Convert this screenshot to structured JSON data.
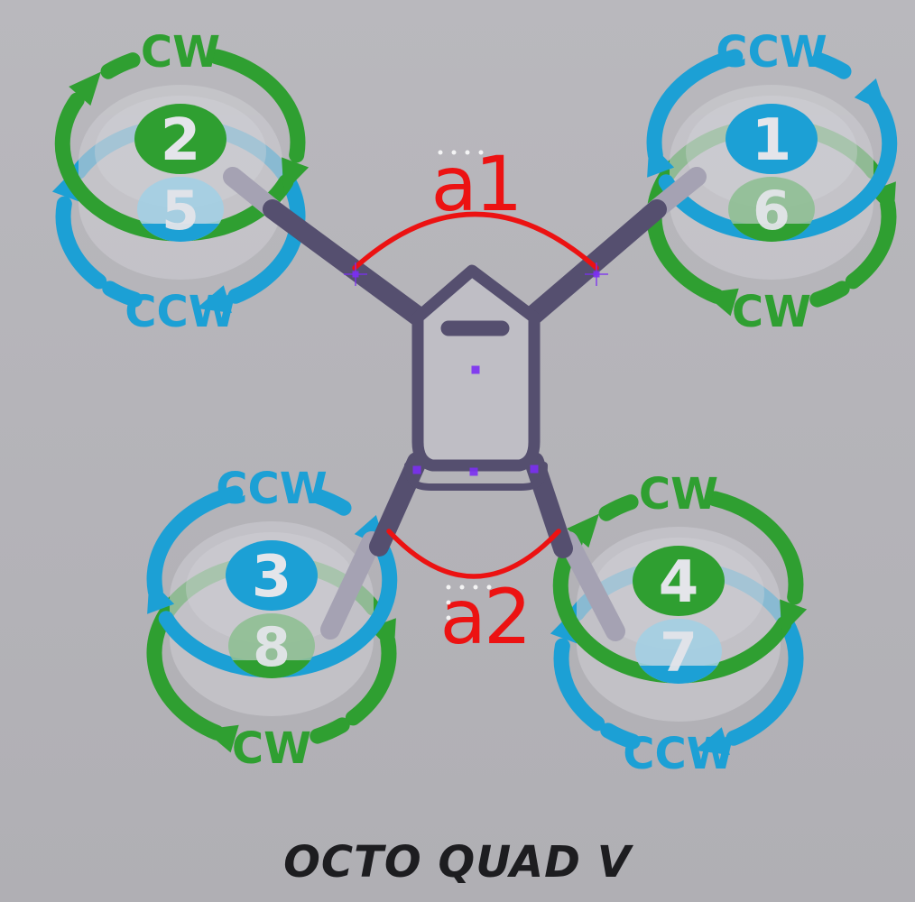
{
  "title": "OCTO QUAD V",
  "colors": {
    "cw_green": "#2f9f31",
    "ccw_blue": "#1ca0d5",
    "pale_green": "#8fbf94",
    "pale_blue": "#a3cfe3",
    "frame": "#554f6f",
    "frame_light": "#a5a2b3",
    "disc": "#cccbd1",
    "disc_highlight": "#d8d7dc",
    "number_text": "#e4e5ea",
    "annotation_red": "#ec1212",
    "marker_purple": "#7b2ff2",
    "handle_white": "#ffffff",
    "title_ink": "#1d1d20",
    "background_top": "#b9b8bd",
    "background_bottom": "#b0afb4"
  },
  "angle_labels": [
    {
      "id": "a1",
      "text": "a1"
    },
    {
      "id": "a2",
      "text": "a2"
    }
  ],
  "rotors": [
    {
      "id": "front-left",
      "position": "top-left",
      "top_direction": "CW",
      "top_color": "cw_green",
      "bottom_direction": "CCW",
      "bottom_color": "ccw_blue",
      "top_motor": "2",
      "bottom_motor": "5",
      "bottom_motor_tint": "pale_blue",
      "gap_side": "left"
    },
    {
      "id": "front-right",
      "position": "top-right",
      "top_direction": "CCW",
      "top_color": "ccw_blue",
      "bottom_direction": "CW",
      "bottom_color": "cw_green",
      "top_motor": "1",
      "bottom_motor": "6",
      "bottom_motor_tint": "pale_green",
      "gap_side": "right"
    },
    {
      "id": "rear-left",
      "position": "bottom-left",
      "top_direction": "CCW",
      "top_color": "ccw_blue",
      "bottom_direction": "CW",
      "bottom_color": "cw_green",
      "top_motor": "3",
      "bottom_motor": "8",
      "bottom_motor_tint": "pale_green",
      "gap_side": "right"
    },
    {
      "id": "rear-right",
      "position": "bottom-right",
      "top_direction": "CW",
      "top_color": "cw_green",
      "bottom_direction": "CCW",
      "bottom_color": "ccw_blue",
      "top_motor": "4",
      "bottom_motor": "7",
      "bottom_motor_tint": "pale_blue",
      "gap_side": "left"
    }
  ]
}
